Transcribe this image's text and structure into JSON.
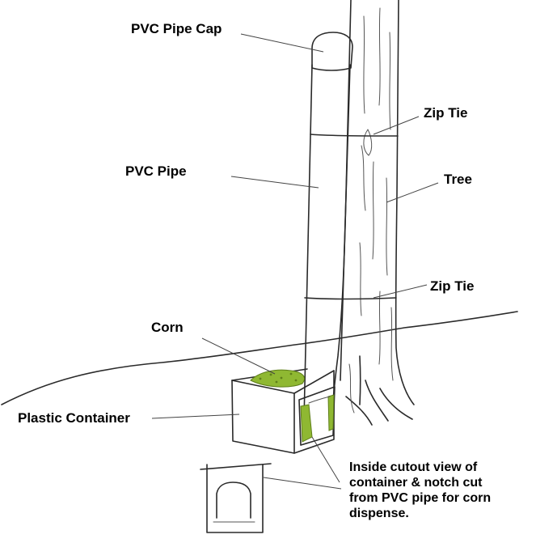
{
  "labels": {
    "pvc_pipe_cap": "PVC Pipe Cap",
    "zip_tie_upper": "Zip Tie",
    "pvc_pipe": "PVC Pipe",
    "tree": "Tree",
    "zip_tie_lower": "Zip Tie",
    "corn": "Corn",
    "plastic_container": "Plastic Container",
    "cutout_note_line1": "Inside cutout view of",
    "cutout_note_line2": "container & notch cut",
    "cutout_note_line3": "from PVC pipe for corn",
    "cutout_note_line4": "dispense."
  },
  "colors": {
    "corn": "#8fb832",
    "corn_dark": "#5f7f1a",
    "ink": "#2a2a2a"
  }
}
